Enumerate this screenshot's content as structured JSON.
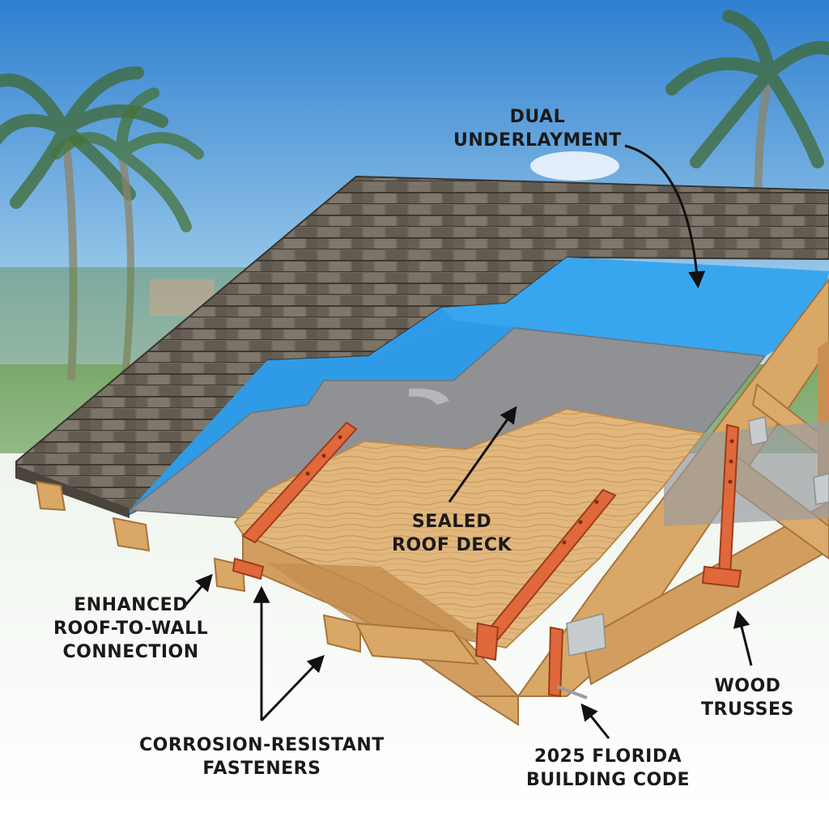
{
  "labels": {
    "dual_underlayment": [
      "DUAL",
      "UNDERLAYMENT"
    ],
    "sealed_roof_deck": [
      "SEALED",
      "ROOF DECK"
    ],
    "roof_to_wall": [
      "ENHANCED",
      "ROOF-TO-WALL",
      "CONNECTION"
    ],
    "fasteners": [
      "CORROSION-RESISTANT",
      "FASTENERS"
    ],
    "wood_trusses": [
      "WOOD",
      "TRUSSES"
    ],
    "building_code": [
      "2025 FLORIDA",
      "BUILDING CODE"
    ]
  },
  "colors": {
    "sky_top": "#2f7fd0",
    "sky_bottom": "#cfe3f1",
    "shingle": "#6e675d",
    "shingle_dark": "#4c463f",
    "underlayment_blue": "#2f9be6",
    "underlayment_gray": "#8f9194",
    "plywood": "#e2b77d",
    "lumber": "#d9a766",
    "lumber_dark": "#a8733c",
    "strap_copper": "#e0683a",
    "plate_steel": "#c9ccce",
    "arrow": "#111111"
  },
  "icons": {
    "arrow": "curved-pointer-arrow",
    "tree": "palm-tree"
  }
}
